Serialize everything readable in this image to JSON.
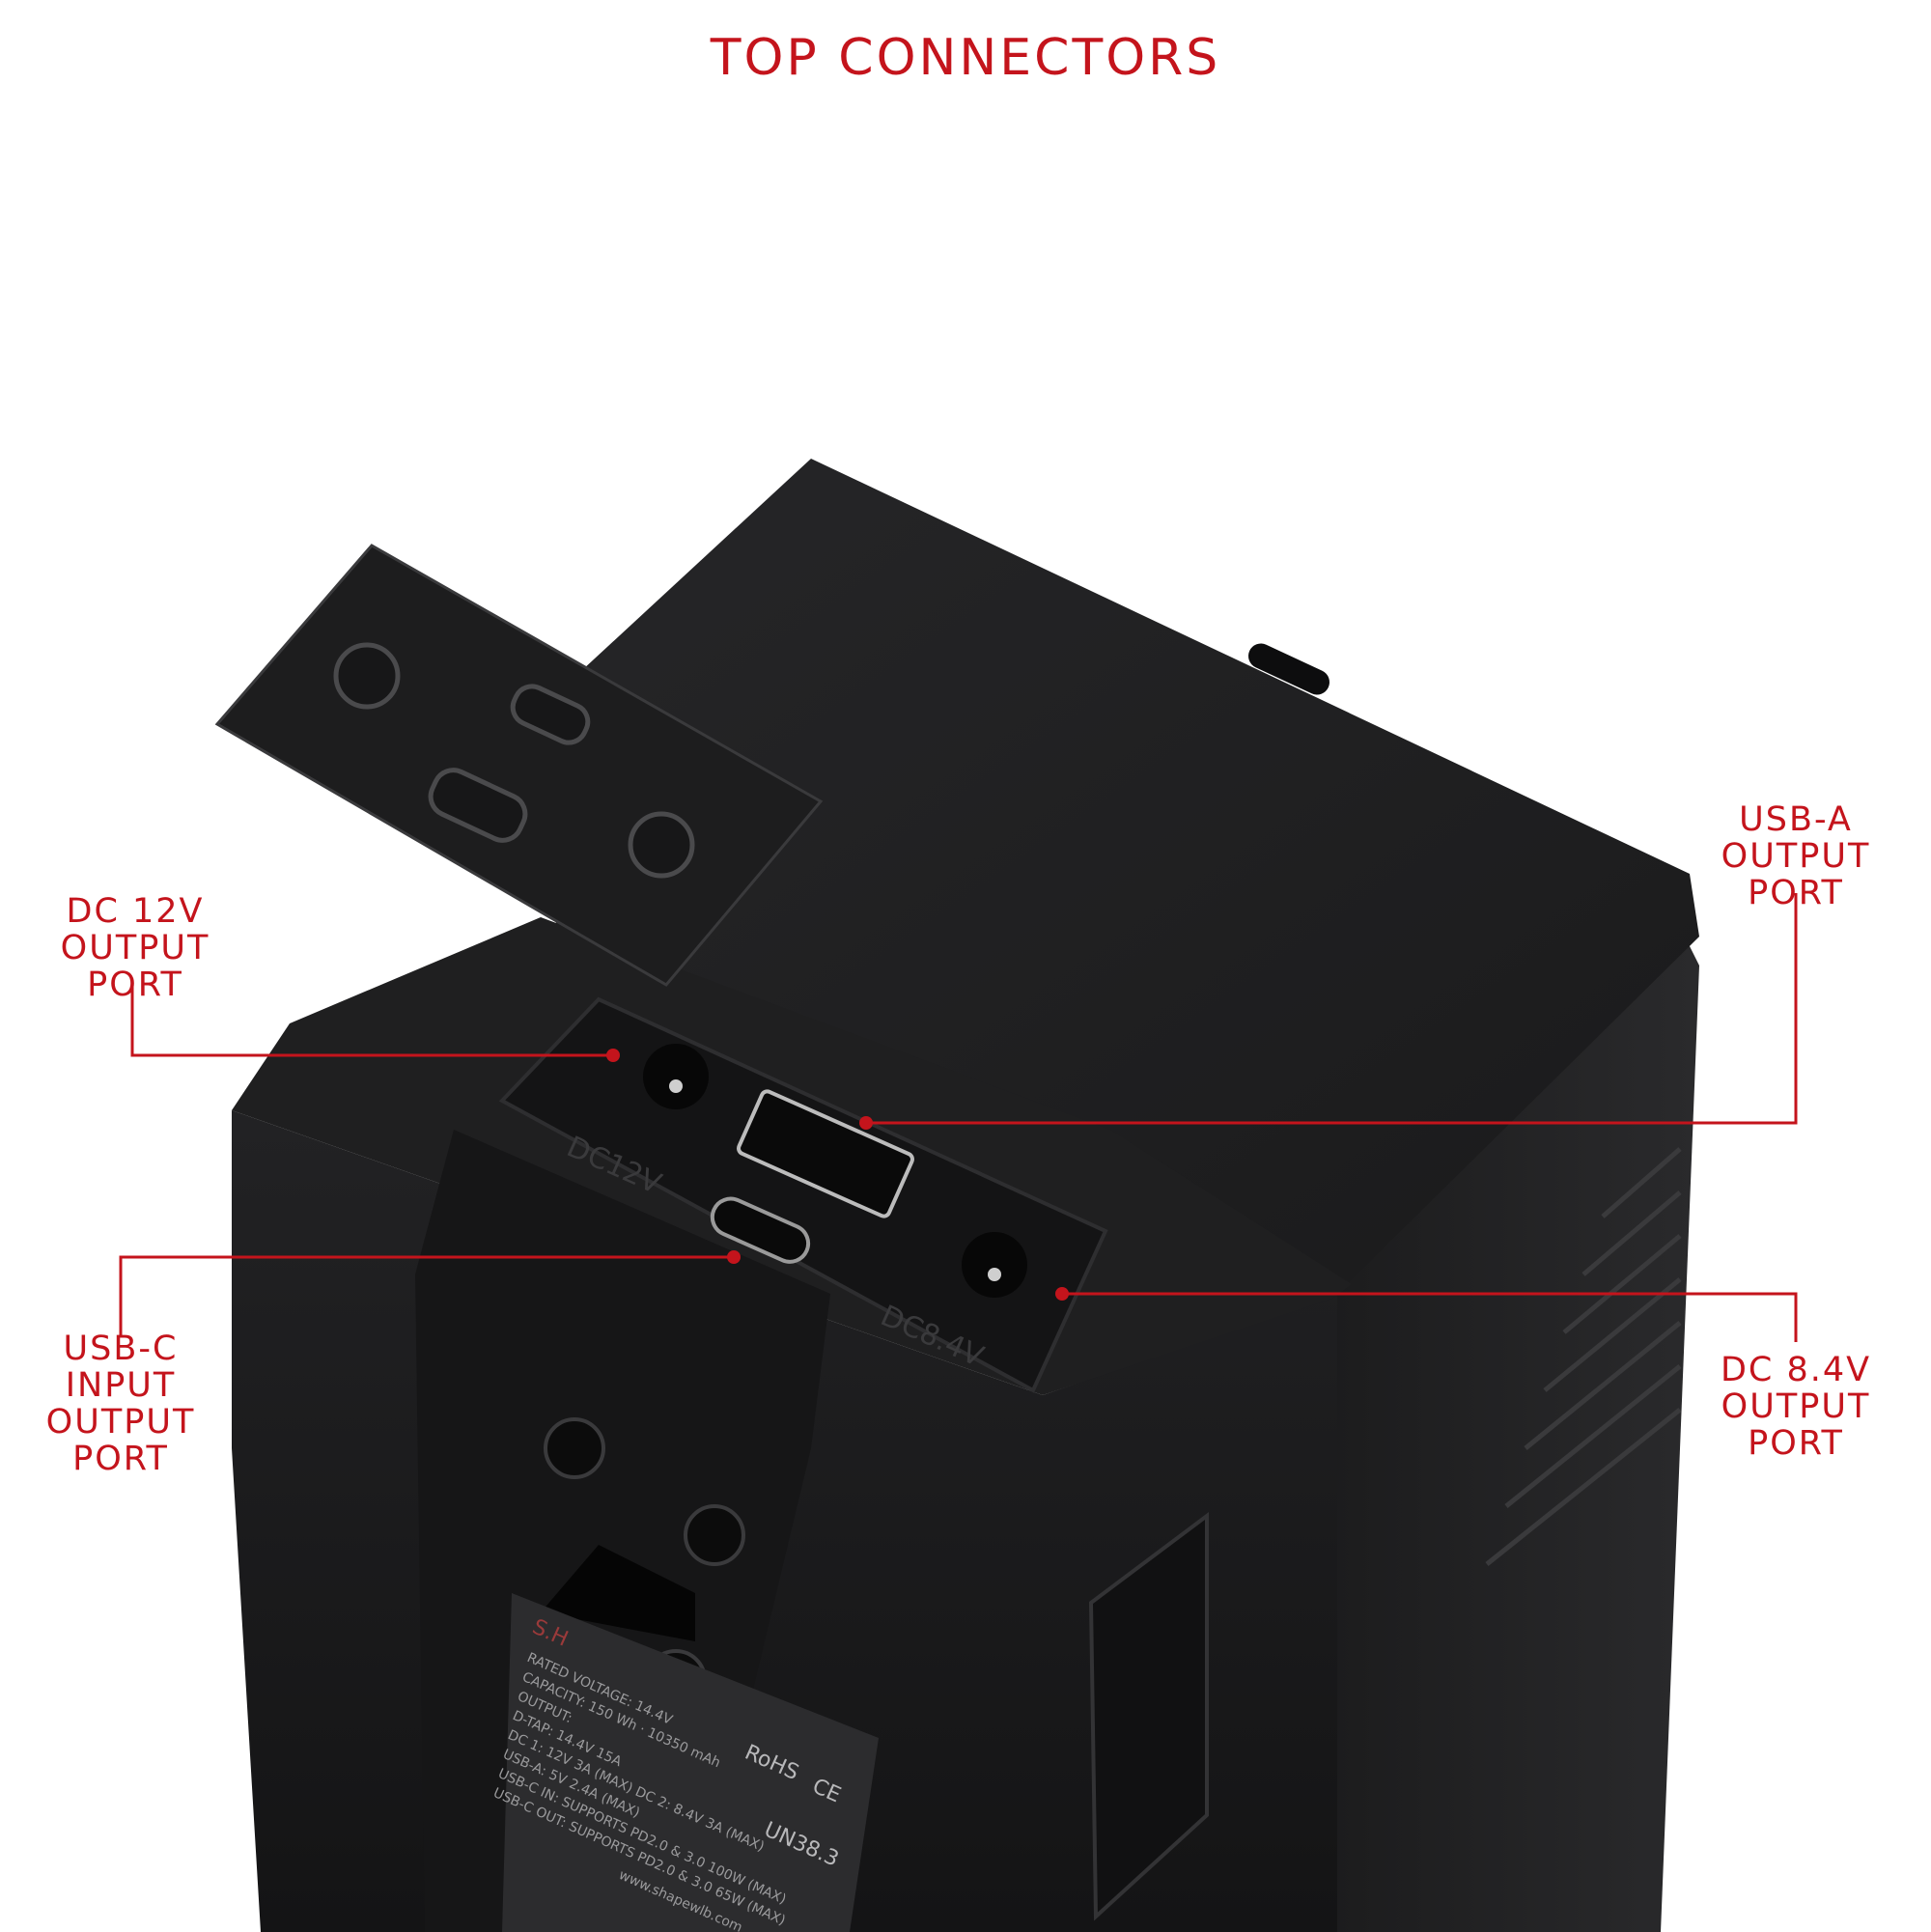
{
  "title": "TOP CONNECTORS",
  "callouts": [
    {
      "id": "dc12",
      "lines": [
        "DC 12V",
        "OUTPUT",
        "PORT"
      ]
    },
    {
      "id": "usba",
      "lines": [
        "USB-A",
        "OUTPUT",
        "PORT"
      ]
    },
    {
      "id": "usbc",
      "lines": [
        "USB-C",
        "INPUT",
        "OUTPUT",
        "PORT"
      ]
    },
    {
      "id": "dc84",
      "lines": [
        "DC 8.4V",
        "OUTPUT",
        "PORT"
      ]
    }
  ],
  "panel_labels": {
    "dc12": "DC12V",
    "dc84": "DC8.4V"
  },
  "label_sticker": {
    "brand": "S.H",
    "lines": [
      "RATED VOLTAGE: 14.4V",
      "CAPACITY: 150 Wh · 10350 mAh",
      "OUTPUT:",
      "D-TAP: 14.4V 15A",
      "DC 1: 12V 3A (MAX) DC 2: 8.4V 3A (MAX)",
      "USB-A: 5V 2.4A (MAX)",
      "USB-C IN: SUPPORTS PD2.0 & 3.0 100W (MAX)",
      "USB-C OUT: SUPPORTS PD2.0 & 3.0 65W (MAX)",
      "www.shapewlb.com"
    ],
    "marks": [
      "RoHS",
      "CE",
      "UN38.3"
    ]
  },
  "colors": {
    "accent": "#c4141c",
    "body": "#1c1c1d",
    "top": "#232324"
  }
}
